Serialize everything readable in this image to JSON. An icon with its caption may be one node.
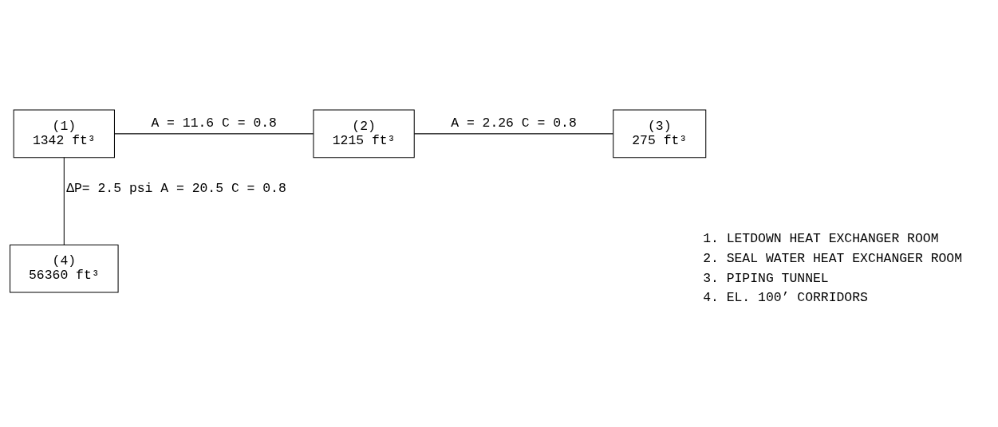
{
  "diagram": {
    "nodes": [
      {
        "text": [
          "(1)",
          "1342 ft³"
        ]
      },
      {
        "text": [
          "(2)",
          "1215 ft³"
        ]
      },
      {
        "text": [
          "(3)",
          "275 ft³"
        ]
      },
      {
        "text": [
          "(4)",
          "56360 ft³"
        ]
      }
    ],
    "edges": [
      {
        "from": 0,
        "to": 1,
        "arrow": "none",
        "label": "A = 11.6 C = 0.8"
      },
      {
        "from": 1,
        "to": 2,
        "arrow": "none",
        "label": "A = 2.26 C = 0.8"
      },
      {
        "from": 0,
        "to": 3,
        "arrow": "none",
        "label": "ΔP= 2.5 psi A = 20.5 C = 0.8"
      }
    ],
    "labels": [
      "1. LETDOWN HEAT EXCHANGER ROOM",
      "2. SEAL WATER HEAT EXCHANGER ROOM",
      "3. PIPING TUNNEL",
      "4. EL. 100’ CORRIDORS"
    ]
  }
}
